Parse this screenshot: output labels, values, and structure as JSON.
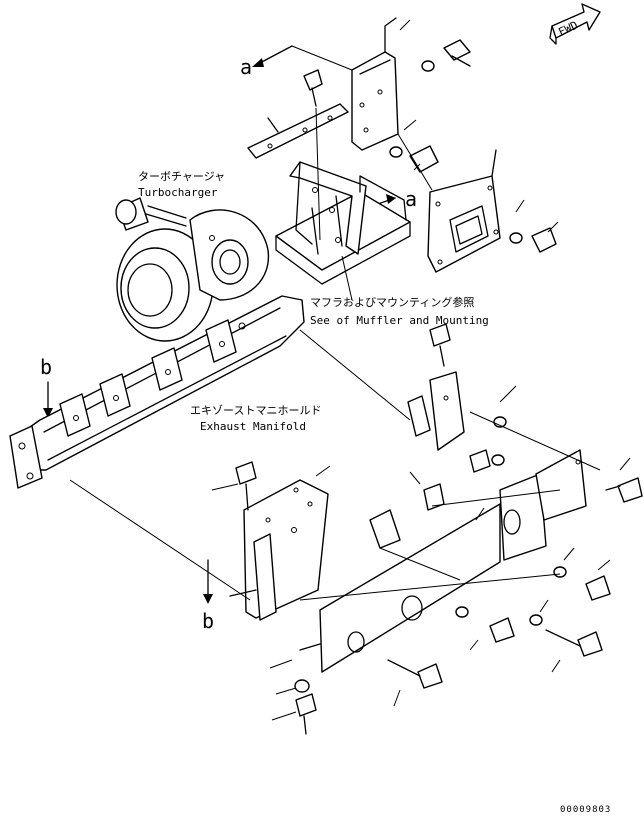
{
  "labels": {
    "turbo_jp": "ターボチャージャ",
    "turbo_en": "Turbocharger",
    "muffler_jp": "マフラおよびマウンティング参照",
    "muffler_en": "See of Muffler and Mounting",
    "manifold_jp": "エキゾーストマニホールド",
    "manifold_en": "Exhaust Manifold",
    "ref_a_top": "a",
    "ref_a_right": "a",
    "ref_b_left": "b",
    "ref_b_bottom": "b",
    "fwd": "FWD",
    "drawing_code": "00009803"
  },
  "icons": [
    "fwd-arrow-icon",
    "reference-arrow-icon"
  ]
}
